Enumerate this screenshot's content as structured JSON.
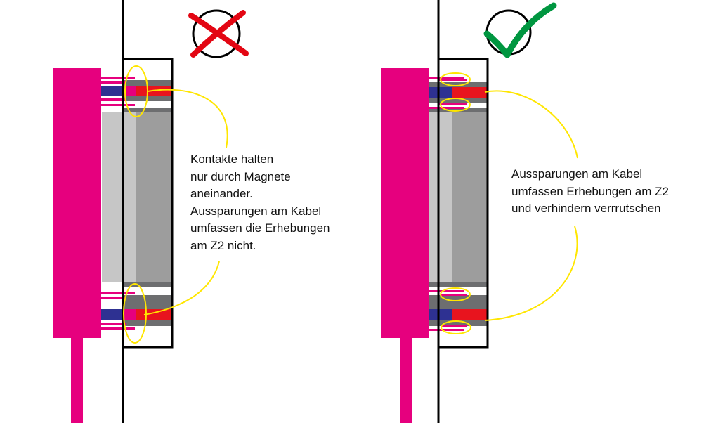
{
  "panels": [
    {
      "id": "wrong",
      "verdict_icon": "red-x-cross-icon",
      "callout_lines": [
        "Kontakte halten",
        "nur durch Magnete",
        "aneinander.",
        "Aussparungen am Kabel",
        "umfassen die Erhebungen",
        "am Z2 nicht."
      ]
    },
    {
      "id": "correct",
      "verdict_icon": "green-checkmark-icon",
      "callout_lines": [
        "Aussparungen am Kabel",
        "umfassen Erhebungen am Z2",
        "und verhindern verrrutschen"
      ]
    }
  ],
  "colors": {
    "cable_magenta": "#e6007e",
    "magnet_blue": "#2e3192",
    "contact_red": "#e8141e",
    "dark_gray": "#6d6e70",
    "mid_gray": "#9d9d9d",
    "light_gray": "#c6c6c6",
    "highlight_yellow": "#ffe600",
    "wrong_red": "#e30613",
    "correct_green": "#009640",
    "outline_black": "#000000"
  }
}
